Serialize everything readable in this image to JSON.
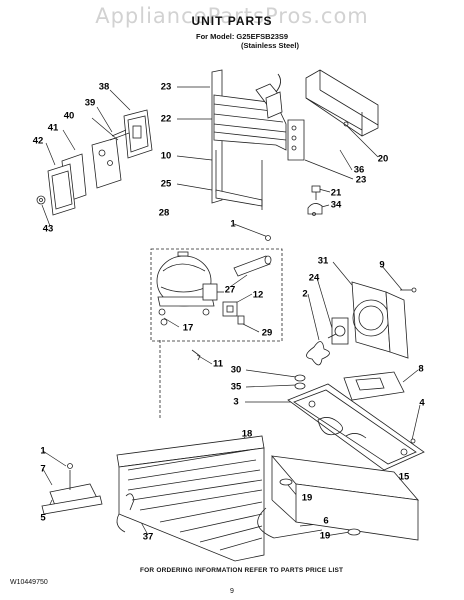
{
  "watermark": "AppliancePartsPros.com",
  "title": "UNIT PARTS",
  "model_line": "For Model: G25EFSB23S9",
  "model_sub": "(Stainless Steel)",
  "footer": {
    "doc_number": "W10449750",
    "page_number": "9",
    "ordering_note": "FOR ORDERING INFORMATION REFER TO PARTS PRICE LIST"
  },
  "callouts": {
    "c38": "38",
    "c40": "40",
    "c39": "39",
    "c41": "41",
    "c42": "42",
    "c43": "43",
    "c23a": "23",
    "c22": "22",
    "c10": "10",
    "c25": "25",
    "c20": "20",
    "c36": "36",
    "c23b": "23",
    "c21": "21",
    "c34": "34",
    "c28": "28",
    "c1a": "1",
    "c27": "27",
    "c12": "12",
    "c17": "17",
    "c29": "29",
    "c31": "31",
    "c9": "9",
    "c24": "24",
    "c2": "2",
    "c11": "11",
    "c30": "30",
    "c35": "35",
    "c3": "3",
    "c8": "8",
    "c4": "4",
    "c18": "18",
    "c1b": "1",
    "c7": "7",
    "c5": "5",
    "c37": "37",
    "c19a": "19",
    "c15": "15",
    "c6": "6",
    "c19b": "19"
  }
}
